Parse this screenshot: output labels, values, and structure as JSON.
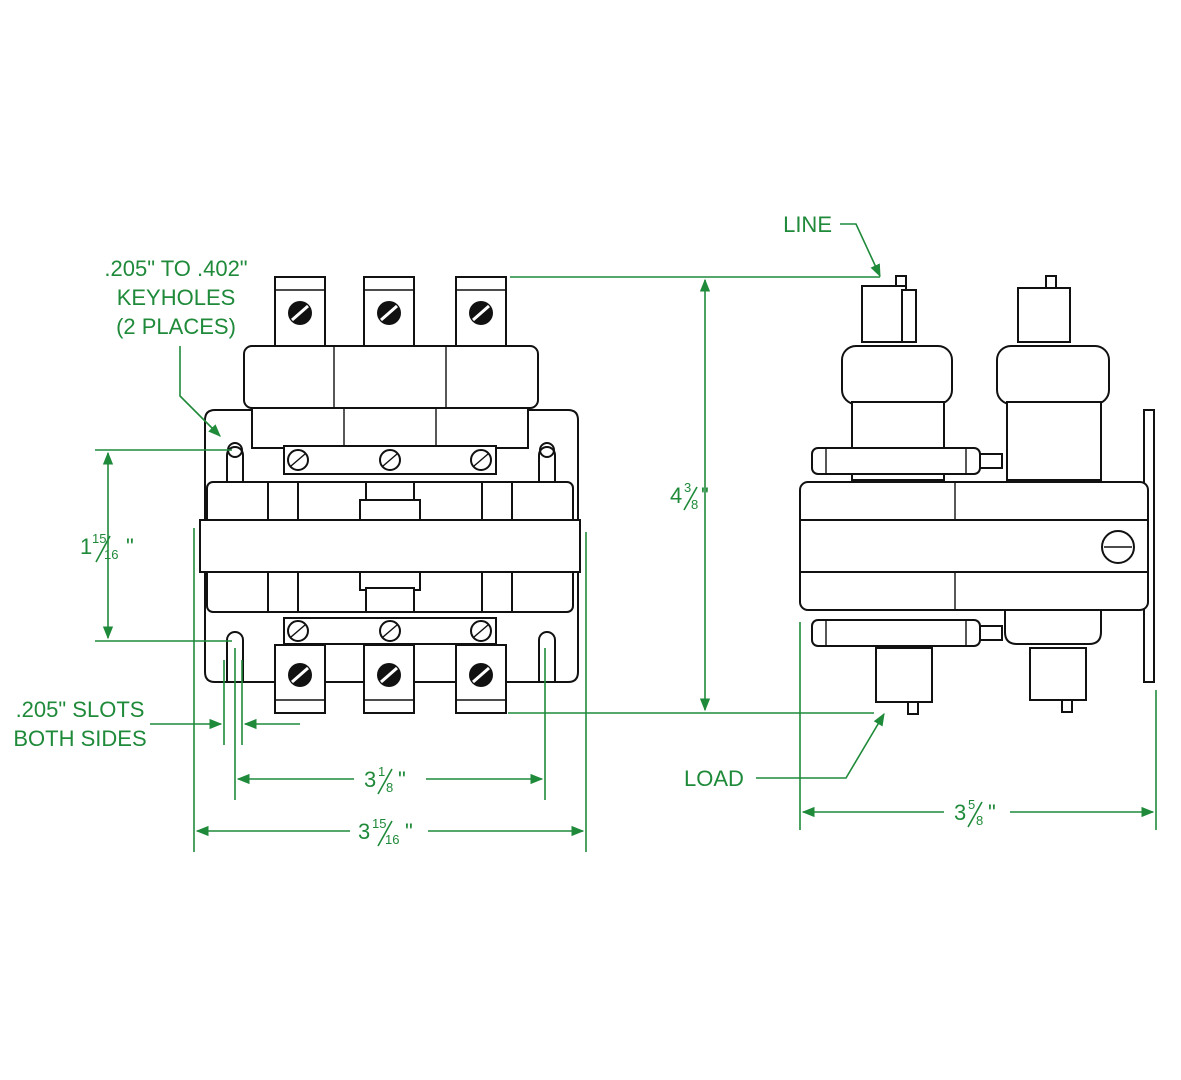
{
  "labels": {
    "keyholes_line1": ".205\" TO .402\"",
    "keyholes_line2": "KEYHOLES",
    "keyholes_line3": "(2 PLACES)",
    "slots_line1": ".205\" SLOTS",
    "slots_line2": "BOTH SIDES",
    "line": "LINE",
    "load": "LOAD"
  },
  "dimensions": {
    "height": {
      "whole": "4",
      "num": "3",
      "den": "8",
      "unit": "\""
    },
    "keyhole_spacing": {
      "whole": "1",
      "num": "15",
      "den": "16",
      "unit": "\""
    },
    "slot_spacing": {
      "whole": "3",
      "num": "1",
      "den": "8",
      "unit": "\""
    },
    "overall_width": {
      "whole": "3",
      "num": "15",
      "den": "16",
      "unit": "\""
    },
    "depth": {
      "whole": "3",
      "num": "5",
      "den": "8",
      "unit": "\""
    }
  },
  "colors": {
    "dimension": "#1f8a3a",
    "outline": "#111111"
  }
}
